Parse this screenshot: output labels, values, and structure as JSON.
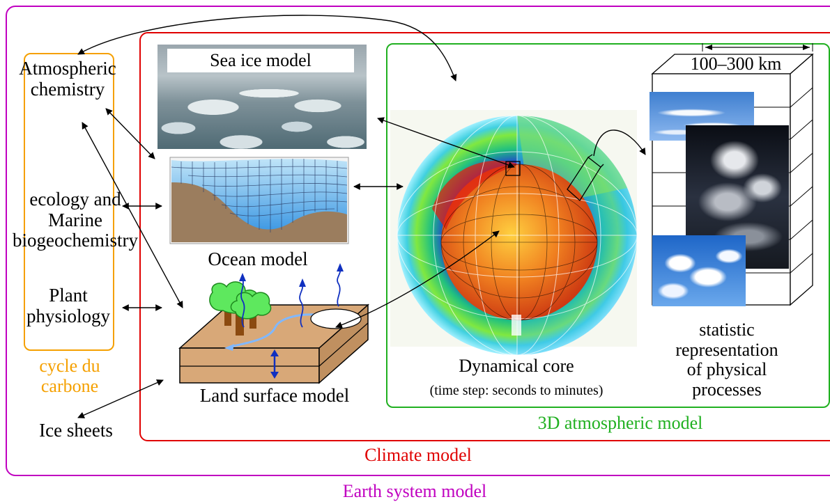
{
  "colors": {
    "earth": "#c000c0",
    "climate": "#e00000",
    "atmos": "#20b020",
    "carbon": "#f5a000",
    "ink": "#000000"
  },
  "labels": {
    "atmospheric_chemistry": [
      "Atmospheric",
      "chemistry"
    ],
    "marine": [
      "ecology and",
      "Marine",
      "biogeochemistry"
    ],
    "plant": [
      "Plant",
      "physiology"
    ],
    "carbon_cycle": [
      "cycle du",
      "carbone"
    ],
    "ice_sheets": "Ice sheets",
    "sea_ice": "Sea ice model",
    "ocean": "Ocean model",
    "land": "Land surface model",
    "dyn_core": "Dynamical core",
    "dyn_core_sub": "(time step: seconds to minutes)",
    "scale": "100–300 km",
    "statistic": [
      "statistic",
      "representation",
      "of physical",
      "processes"
    ],
    "atmos_model": "3D atmospheric model",
    "climate_model": "Climate model",
    "earth_model": "Earth system model"
  }
}
